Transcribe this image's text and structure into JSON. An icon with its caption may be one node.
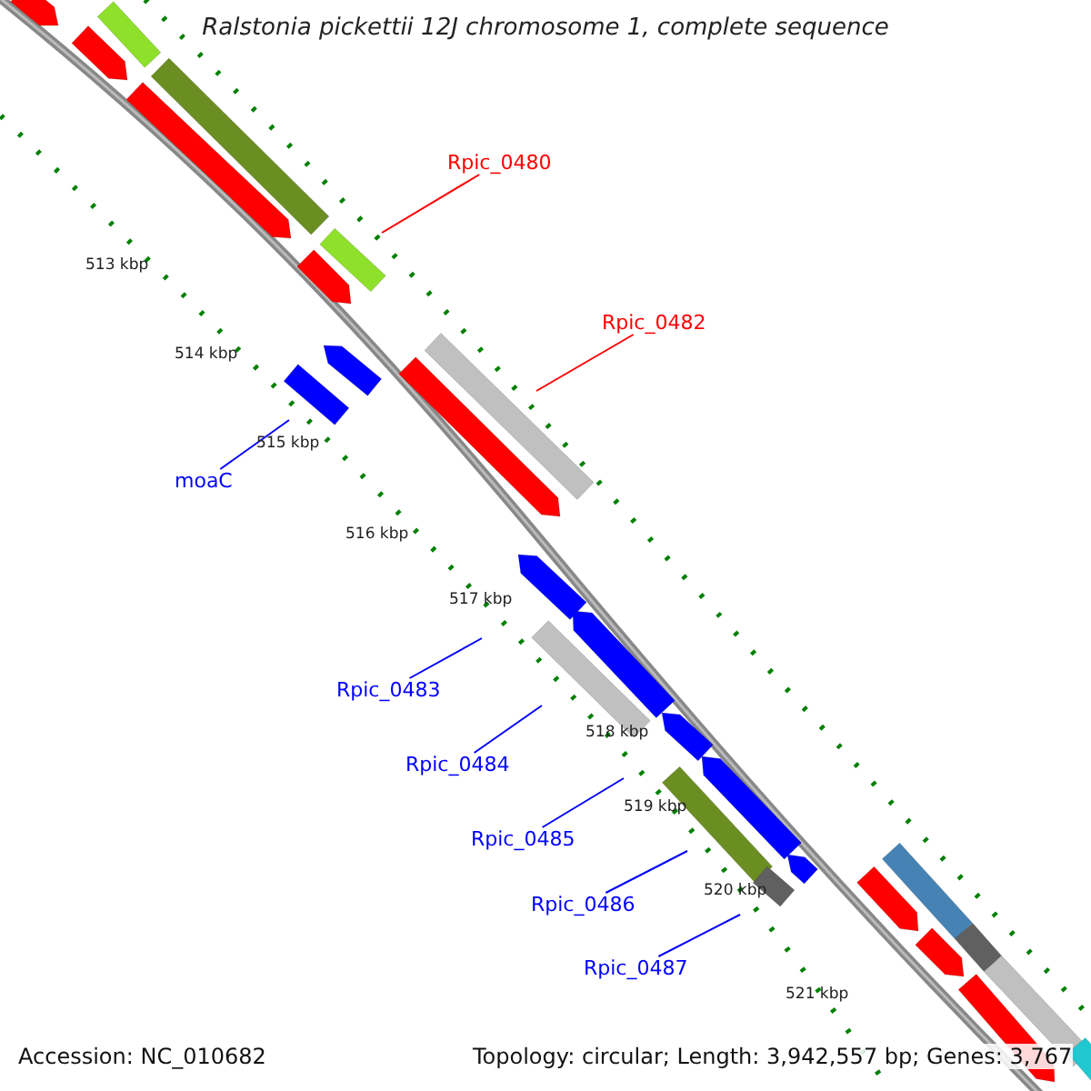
{
  "diagram": {
    "title": "Ralstonia pickettii 12J chromosome 1, complete sequence",
    "nodes": [
      {
        "text": [
          "Rpic_0480"
        ]
      },
      {
        "text": [
          "Rpic_0482"
        ]
      },
      {
        "text": [
          "moaC"
        ]
      },
      {
        "text": [
          "Rpic_0483"
        ]
      },
      {
        "text": [
          "Rpic_0484"
        ]
      },
      {
        "text": [
          "Rpic_0485"
        ]
      },
      {
        "text": [
          "Rpic_0486"
        ]
      },
      {
        "text": [
          "Rpic_0487"
        ]
      }
    ],
    "edges": [
      {
        "from": 0,
        "to": null,
        "arrow": "none",
        "color": "#ff0000"
      },
      {
        "from": 1,
        "to": null,
        "arrow": "none",
        "color": "#ff0000"
      },
      {
        "from": 2,
        "to": null,
        "arrow": "none"
      },
      {
        "from": 3,
        "to": null,
        "arrow": "none"
      },
      {
        "from": 4,
        "to": null,
        "arrow": "none"
      },
      {
        "from": 5,
        "to": null,
        "arrow": "none"
      },
      {
        "from": 6,
        "to": null,
        "arrow": "none"
      },
      {
        "from": 7,
        "to": null,
        "arrow": "none"
      }
    ],
    "labels": [
      "513 kbp",
      "514 kbp",
      "515 kbp",
      "516 kbp",
      "517 kbp",
      "518 kbp",
      "519 kbp",
      "520 kbp",
      "521 kbp",
      "Accession: NC_010682",
      "Topology: circular; Length: 3,942,557 bp; Genes: 3,767"
    ]
  }
}
